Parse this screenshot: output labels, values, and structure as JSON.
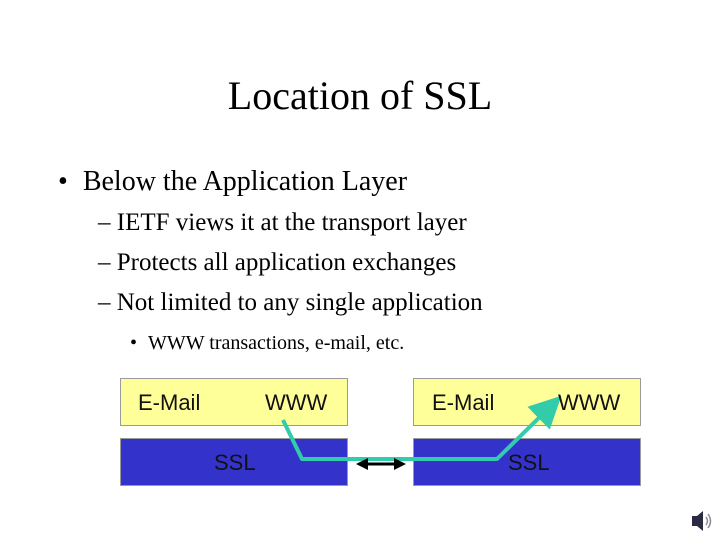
{
  "slide": {
    "title": "Location of SSL",
    "bullet_mark": "•",
    "bullet": "Below the Application Layer",
    "sub_items": [
      "– IETF views it at the transport layer",
      "– Protects all application exchanges",
      "– Not limited to any single application"
    ],
    "subsub_mark": "•",
    "subsub": "WWW transactions, e-mail, etc."
  },
  "diagram": {
    "left_stack": {
      "app1": "E-Mail",
      "app2": "WWW",
      "ssl": "SSL"
    },
    "right_stack": {
      "app1": "E-Mail",
      "app2": "WWW",
      "ssl": "SSL"
    }
  },
  "colors": {
    "app_layer": "#ffff99",
    "ssl_layer": "#3333cc",
    "path_line": "#33ccaa",
    "exchange_arrow": "#000000"
  },
  "icons": [
    "speaker-icon"
  ]
}
